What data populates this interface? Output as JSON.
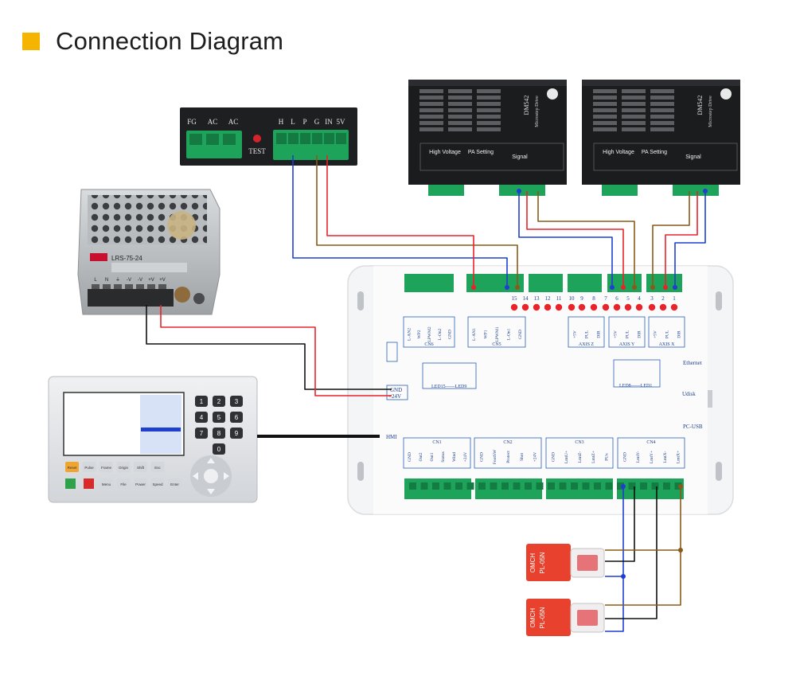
{
  "title": "Connection Diagram",
  "colors": {
    "accent": "#f5b400",
    "wire_red": "#e8232a",
    "wire_blue": "#1f3fd1",
    "wire_brown": "#8a5a18",
    "wire_black": "#111111",
    "terminal_green": "#1ea35a",
    "board_bg": "#f3f4f6",
    "silk_blue": "#2a5fb8"
  },
  "relay_board": {
    "left_labels": [
      "FG",
      "AC",
      "AC"
    ],
    "button_label": "TEST",
    "right_labels": [
      "H",
      "L",
      "P",
      "G",
      "IN",
      "5V"
    ]
  },
  "power_supply": {
    "model": "LRS-75-24",
    "terminals": [
      "L",
      "N",
      "⏚",
      "-V",
      "-V",
      "+V",
      "+V"
    ]
  },
  "drivers": [
    {
      "model": "DM542",
      "brand": "Microstep Drive",
      "sections": [
        "High Voltage",
        "PA Setting",
        "Signal"
      ]
    },
    {
      "model": "DM542",
      "brand": "Microstep Drive",
      "sections": [
        "High Voltage",
        "PA Setting",
        "Signal"
      ]
    }
  ],
  "controller": {
    "top_numbers": [
      "15",
      "14",
      "13",
      "12",
      "11",
      "10",
      "9",
      "8",
      "7",
      "6",
      "5",
      "4",
      "3",
      "2",
      "1"
    ],
    "top_groups": [
      {
        "name": "CN6",
        "pins": [
          "L-AN2",
          "WP2",
          "LPWM2",
          "L-On2",
          "GND"
        ]
      },
      {
        "name": "CN5",
        "pins": [
          "L-AN1",
          "WP1",
          "LPWM1",
          "L-On1",
          "GND"
        ]
      },
      {
        "name": "AXIS Z",
        "pins": [
          "+5V",
          "PUL",
          "DIR"
        ]
      },
      {
        "name": "AXIS Y",
        "pins": [
          "+5V",
          "PUL",
          "DIR"
        ]
      },
      {
        "name": "AXIS X",
        "pins": [
          "+5V",
          "PUL",
          "DIR"
        ]
      }
    ],
    "right_labels": [
      "Ethernet",
      "Udisk",
      "PC-USB"
    ],
    "left_labels": [
      "HMI"
    ],
    "power_labels": [
      "GND",
      "+24V"
    ],
    "led_left_label": "LED15——LED9",
    "led_right_label": "LED8——LED1",
    "bottom_groups": [
      {
        "name": "CN1",
        "pins": [
          "GND",
          "Out2",
          "Out1",
          "Status",
          "Wind",
          "+24V"
        ]
      },
      {
        "name": "CN2",
        "pins": [
          "GND",
          "FootSW",
          "Protect",
          "Shot",
          "+24V"
        ]
      },
      {
        "name": "CN3",
        "pins": [
          "GND",
          "LmtU+",
          "LmtZ-",
          "LmtZ+",
          "PUx"
        ]
      },
      {
        "name": "CN4",
        "pins": [
          "GND",
          "LmtY-",
          "LmtY+",
          "LmtX-",
          "LmtX+"
        ]
      }
    ]
  },
  "hmi": {
    "keys_top": [
      "Reset",
      "Pulse",
      "Frame",
      "Origin",
      "Shift",
      "Esc"
    ],
    "keys_bottom": [
      "",
      "",
      "Menu",
      "File",
      "Power",
      "Speed",
      "Enter"
    ],
    "numpad": [
      "1",
      "2",
      "3",
      "4",
      "5",
      "6",
      "7",
      "8",
      "9",
      "0"
    ]
  },
  "limit_switches": [
    {
      "brand": "OMCH",
      "model": "PL-05N"
    },
    {
      "brand": "OMCH",
      "model": "PL-05N"
    }
  ]
}
